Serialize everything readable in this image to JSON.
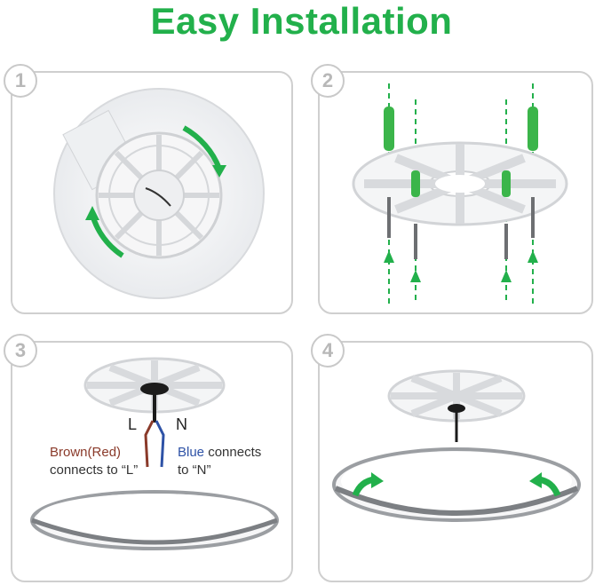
{
  "title": "Easy Installation",
  "colors": {
    "accent": "#22b04b",
    "panel_border": "#cfcfcf",
    "badge": "#b8b8b8"
  },
  "steps": [
    {
      "number": "1"
    },
    {
      "number": "2"
    },
    {
      "number": "3",
      "label_l": "L",
      "label_n": "N",
      "brown_word": "Brown",
      "red_word": "(Red)",
      "brown_rest": "connects to “L”",
      "blue_word": "Blue",
      "blue_connects": " connects",
      "blue_rest": "to “N”"
    },
    {
      "number": "4"
    }
  ]
}
